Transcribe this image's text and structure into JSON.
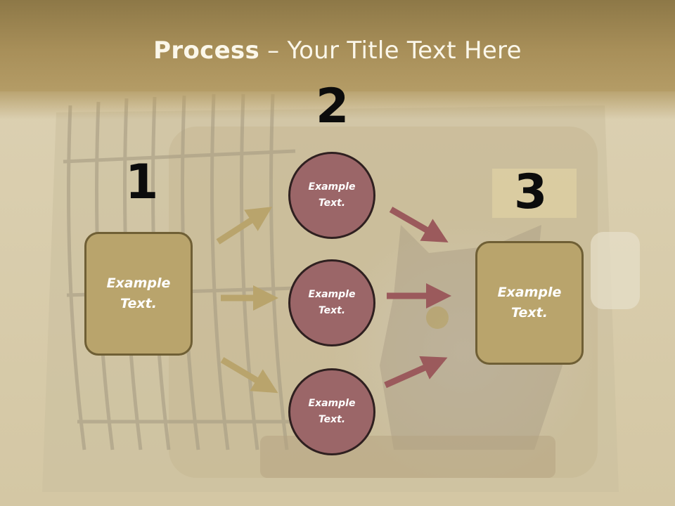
{
  "title": {
    "bold": "Process",
    "rest": " – Your Title Text Here"
  },
  "step_numbers": [
    "1",
    "2",
    "3"
  ],
  "left_box": {
    "text1": "Example",
    "text2": "Text."
  },
  "right_box": {
    "text1": "Example",
    "text2": "Text."
  },
  "circles": [
    {
      "text1": "Example",
      "text2": "Text."
    },
    {
      "text1": "Example",
      "text2": "Text."
    },
    {
      "text1": "Example",
      "text2": "Text."
    }
  ],
  "colors": {
    "header": "#a88f59",
    "box_fill": "#b9a46c",
    "circle_fill": "#9b6668",
    "arrow_in": "#b9a46c",
    "arrow_out": "#9b5a5c"
  },
  "background": "photo-cat-in-pet-carrier"
}
